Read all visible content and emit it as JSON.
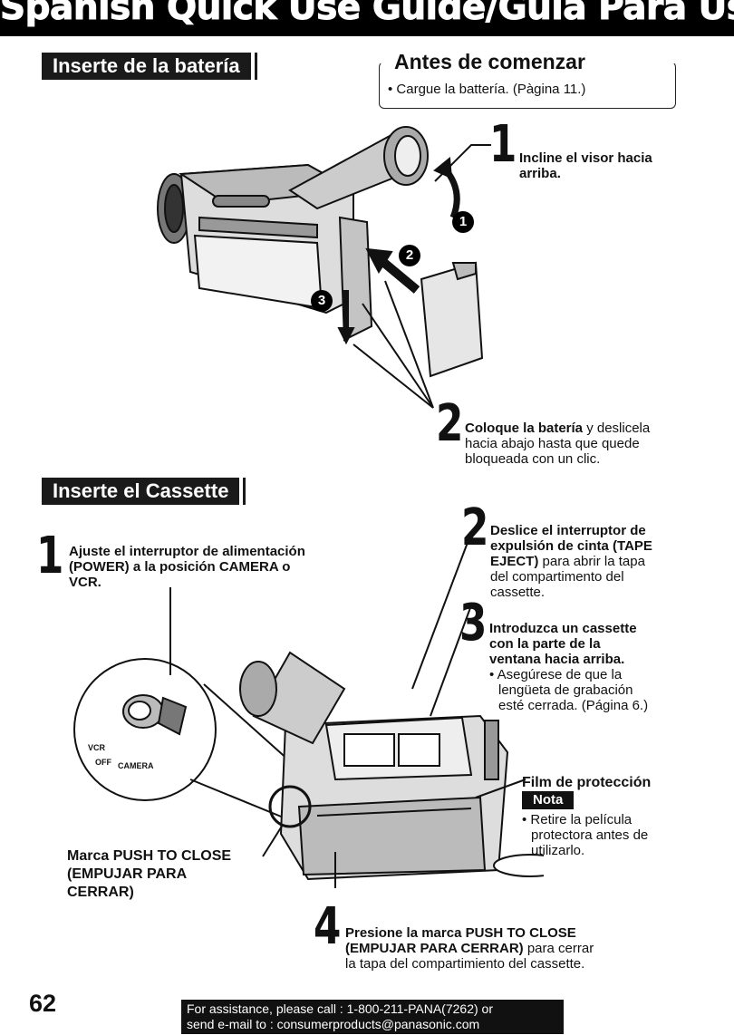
{
  "header": {
    "title": "Spanish Quick Use Guide/Guía Para Uso Rápido"
  },
  "battery_section": {
    "heading": "Inserte de la batería",
    "before": {
      "title": "Antes de comenzar",
      "note": "• Cargue la battería. (Pàgina 11.)"
    },
    "step1": {
      "number": "1",
      "title_line1": "Incline el visor hacia",
      "title_line2": "arriba."
    },
    "step2": {
      "number": "2",
      "bold": "Coloque la batería",
      "text_line1": " y deslicela",
      "text_line2": "hacia abajo hasta que quede",
      "text_line3": "bloqueada con un clic."
    },
    "circle_markers": [
      "1",
      "2",
      "3"
    ]
  },
  "cassette_section": {
    "heading": "Inserte el Cassette",
    "step1": {
      "number": "1",
      "line1": "Ajuste el interruptor de alimentación",
      "line2": "(POWER) a la posición CAMERA o",
      "line3": "VCR."
    },
    "step2": {
      "number": "2",
      "bold_line1": "Deslice el interruptor de",
      "bold_line2": "expulsión de cinta (TAPE",
      "bold_line3": "EJECT)",
      "text_line3": " para abrir la tapa",
      "text_line4": "del compartimento del",
      "text_line5": "cassette."
    },
    "step3": {
      "number": "3",
      "bold_line1": "Introduzca un cassette",
      "bold_line2": "con la parte de la",
      "bold_line3": "ventana hacia arriba.",
      "bullet_line1": "• Asegúrese de que la",
      "bullet_line2": "lengüeta de grabación",
      "bullet_line3": "esté cerrada. (Página 6.)"
    },
    "film": {
      "title": "Film de protección",
      "nota": "Nota",
      "bullet_line1": "• Retire la película",
      "bullet_line2": "protectora antes de",
      "bullet_line3": "utilizarlo."
    },
    "push_mark": {
      "line1": "Marca PUSH TO CLOSE",
      "line2": "(EMPUJAR PARA",
      "line3": "CERRAR)"
    },
    "switch_labels": {
      "vcr": "VCR",
      "off": "OFF",
      "camera": "CAMERA"
    },
    "step4": {
      "number": "4",
      "bold_line1": "Presione la marca PUSH TO CLOSE",
      "bold_line2": "(EMPUJAR PARA CERRAR)",
      "text_line2": " para cerrar",
      "text_line3": "la tapa del compartimiento del cassette."
    }
  },
  "footer": {
    "page_number": "62",
    "line1": "For assistance, please call : 1-800-211-PANA(7262) or",
    "line2": "send e-mail to : consumerproducts@panasonic.com"
  }
}
